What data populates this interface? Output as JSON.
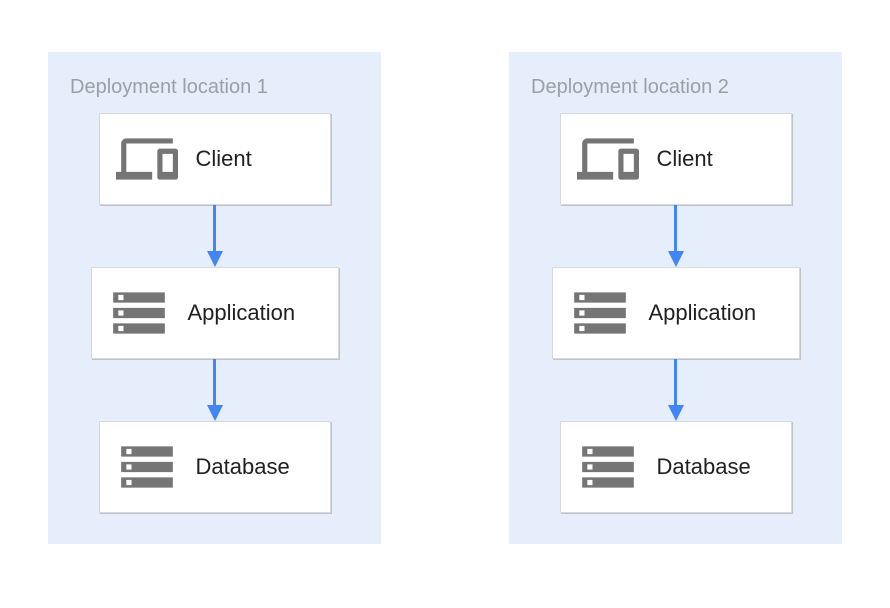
{
  "colors": {
    "page_bg": "#ffffff",
    "panel_bg": "#e5eefa",
    "box_bg": "#ffffff",
    "box_border": "#d7d9dc",
    "box_shadow": "#bfc3c7",
    "arrow": "#4285f4",
    "icon": "#757575",
    "title_text": "#9aa0a6",
    "label_text": "#212124"
  },
  "diagram": {
    "panels": [
      {
        "title": "Deployment location 1",
        "nodes": [
          {
            "label": "Client",
            "icon": "devices-icon"
          },
          {
            "label": "Application",
            "icon": "server-stack-icon"
          },
          {
            "label": "Database",
            "icon": "server-stack-icon"
          }
        ],
        "connections": [
          "Client -> Application",
          "Application -> Database"
        ]
      },
      {
        "title": "Deployment location 2",
        "nodes": [
          {
            "label": "Client",
            "icon": "devices-icon"
          },
          {
            "label": "Application",
            "icon": "server-stack-icon"
          },
          {
            "label": "Database",
            "icon": "server-stack-icon"
          }
        ],
        "connections": [
          "Client -> Application",
          "Application -> Database"
        ]
      }
    ]
  }
}
